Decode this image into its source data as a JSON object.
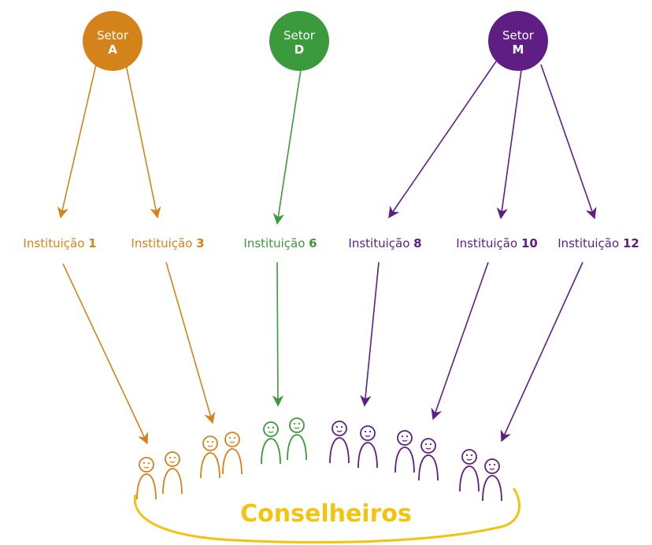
{
  "colors": {
    "orange": "#D4831A",
    "green": "#3B9A3B",
    "purple": "#5E1E84",
    "yellow": "#F2C40F"
  },
  "sectors": [
    {
      "word": "Setor",
      "letter": "A",
      "color": "#D4831A"
    },
    {
      "word": "Setor",
      "letter": "D",
      "color": "#3B9A3B"
    },
    {
      "word": "Setor",
      "letter": "M",
      "color": "#5E1E84"
    }
  ],
  "institutions": [
    {
      "word": "Instituição",
      "number": "1",
      "color": "#D4831A"
    },
    {
      "word": "Instituição",
      "number": "3",
      "color": "#D4831A"
    },
    {
      "word": "Instituição",
      "number": "6",
      "color": "#3B9A3B"
    },
    {
      "word": "Instituição",
      "number": "8",
      "color": "#5E1E84"
    },
    {
      "word": "Instituição",
      "number": "10",
      "color": "#5E1E84"
    },
    {
      "word": "Instituição",
      "number": "12",
      "color": "#5E1E84"
    }
  ],
  "council": {
    "label": "Conselheiros",
    "color": "#F2C40F"
  },
  "people_groups": [
    {
      "color": "#D4831A"
    },
    {
      "color": "#D4831A"
    },
    {
      "color": "#3B9A3B"
    },
    {
      "color": "#5E1E84"
    },
    {
      "color": "#5E1E84"
    },
    {
      "color": "#5E1E84"
    }
  ]
}
